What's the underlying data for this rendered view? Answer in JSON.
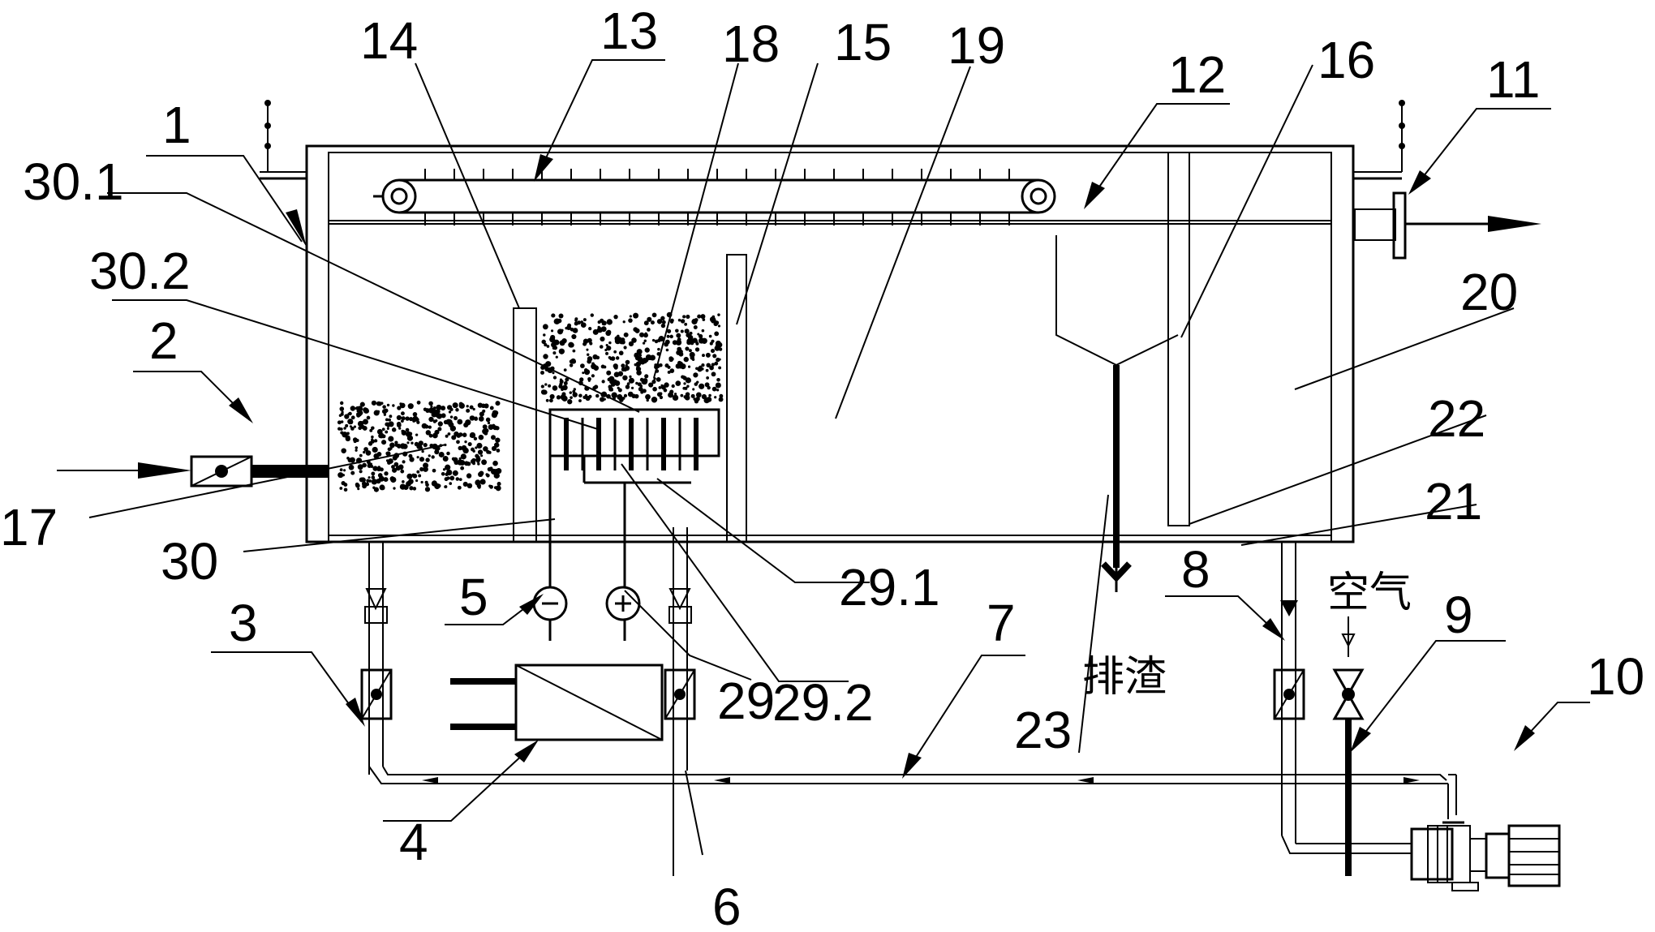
{
  "labels": {
    "l1": "1",
    "l2": "2",
    "l3": "3",
    "l4": "4",
    "l5": "5",
    "l6": "6",
    "l7": "7",
    "l8": "8",
    "l9": "9",
    "l10": "10",
    "l11": "11",
    "l12": "12",
    "l13": "13",
    "l14": "14",
    "l15": "15",
    "l16": "16",
    "l17": "17",
    "l18": "18",
    "l19": "19",
    "l20": "20",
    "l21": "21",
    "l22": "22",
    "l23": "23",
    "l29": "29",
    "l29_1": "29.1",
    "l29_2": "29.2",
    "l30": "30",
    "l30_1": "30.1",
    "l30_2": "30.2"
  },
  "text": {
    "air": "空气",
    "slag_discharge": "排渣",
    "minus": "−",
    "plus": "+"
  }
}
